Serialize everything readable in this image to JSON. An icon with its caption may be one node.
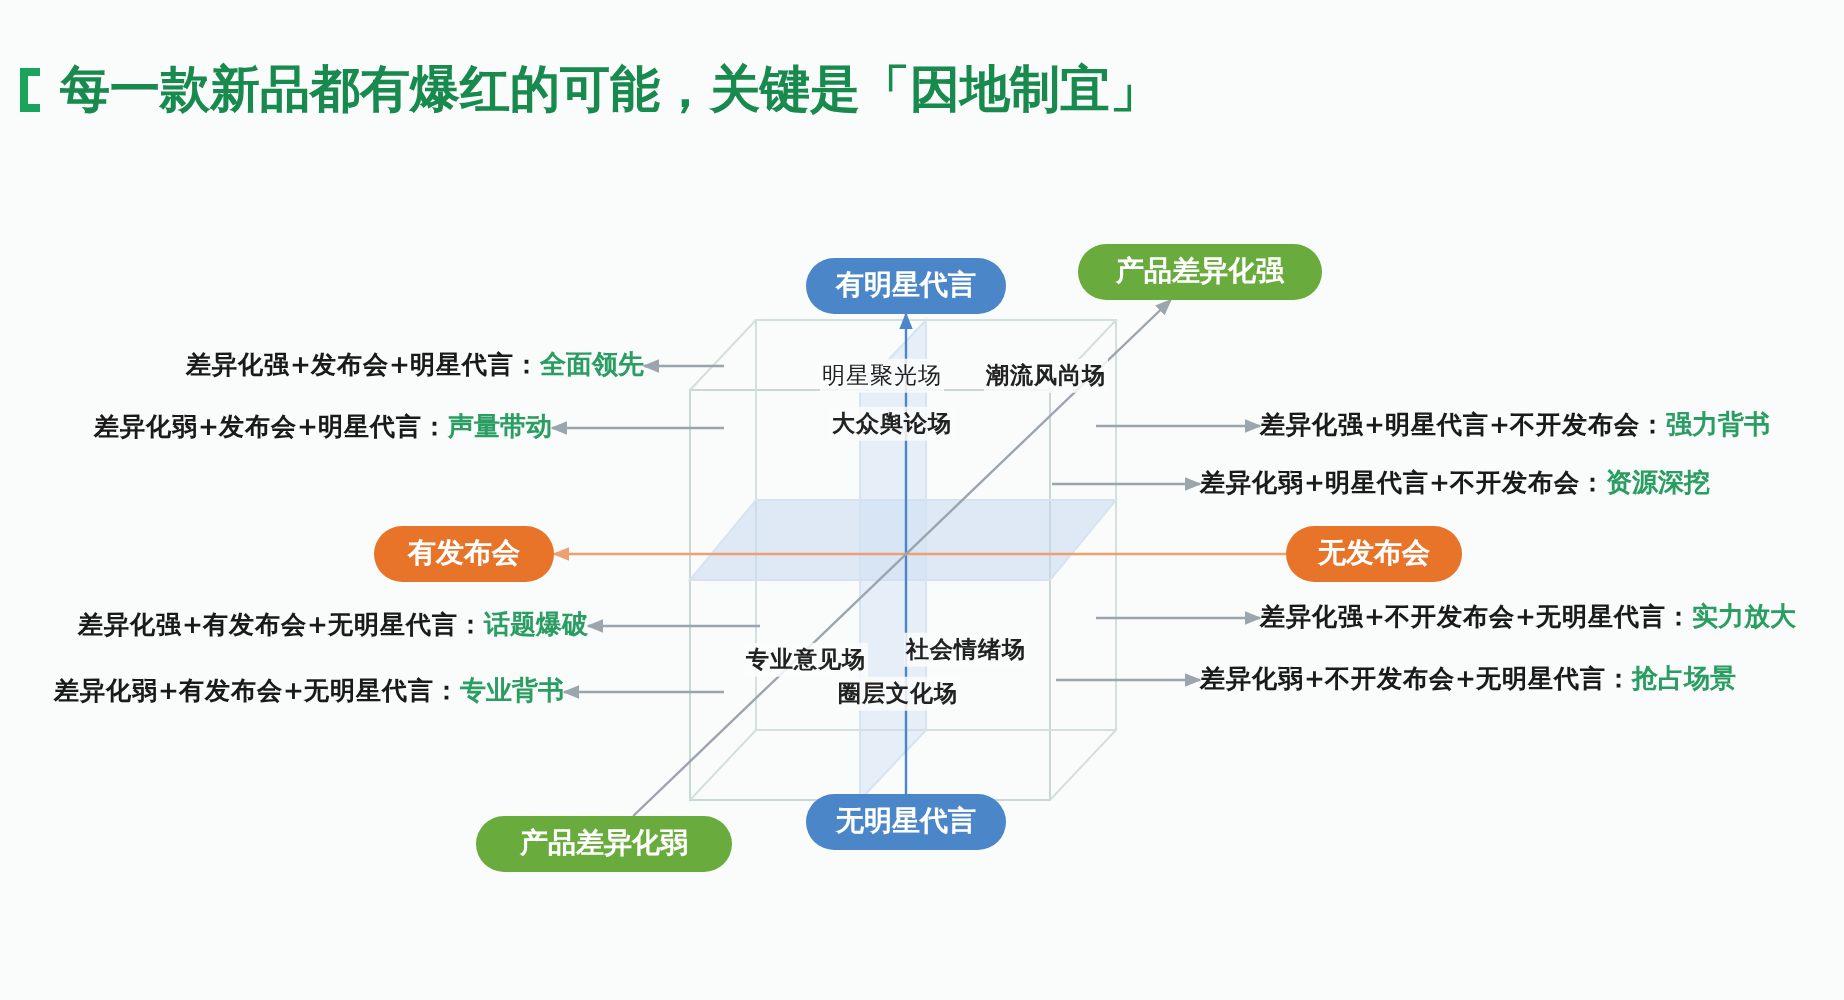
{
  "diagram": {
    "title": "每一款新品都有爆红的可能，关键是「因地制宜」",
    "nodes": [
      {
        "text": [
          "有明星代言"
        ]
      },
      {
        "text": [
          "产品差异化强"
        ]
      },
      {
        "text": [
          "有发布会"
        ]
      },
      {
        "text": [
          "无发布会"
        ]
      },
      {
        "text": [
          "产品差异化弱"
        ]
      },
      {
        "text": [
          "无明星代言"
        ]
      },
      {
        "text": [
          "差异化强+发布会+明星代言：",
          "全面领先"
        ]
      },
      {
        "text": [
          "差异化弱+发布会+明星代言：",
          "声量带动"
        ]
      },
      {
        "text": [
          "差异化强+明星代言+不开发布会：",
          "强力背书"
        ]
      },
      {
        "text": [
          "差异化弱+明星代言+不开发布会：",
          "资源深挖"
        ]
      },
      {
        "text": [
          "差异化强+有发布会+无明星代言：",
          "话题爆破"
        ]
      },
      {
        "text": [
          "差异化弱+有发布会+无明星代言：",
          "专业背书"
        ]
      },
      {
        "text": [
          "差异化强+不开发布会+无明星代言：",
          "实力放大"
        ]
      },
      {
        "text": [
          "差异化弱+不开发布会+无明星代言：",
          "抢占场景"
        ]
      }
    ],
    "edges": [
      {
        "from": 5,
        "to": 0,
        "arrow": "to",
        "color": "#4a86c8"
      },
      {
        "from": 3,
        "to": 2,
        "arrow": "to",
        "color": "#f0a070"
      },
      {
        "from": 4,
        "to": 1,
        "arrow": "to"
      },
      {
        "from": null,
        "to": 6,
        "arrow": "to"
      },
      {
        "from": null,
        "to": 7,
        "arrow": "to"
      },
      {
        "from": null,
        "to": 8,
        "arrow": "to"
      },
      {
        "from": null,
        "to": 9,
        "arrow": "to"
      },
      {
        "from": null,
        "to": 10,
        "arrow": "to"
      },
      {
        "from": null,
        "to": 11,
        "arrow": "to"
      },
      {
        "from": null,
        "to": 12,
        "arrow": "to"
      },
      {
        "from": null,
        "to": 13,
        "arrow": "to"
      }
    ],
    "labels": [
      "明星聚光场",
      "潮流风尚场",
      "大众舆论场",
      "专业意见场",
      "社会情绪场",
      "圈层文化场"
    ]
  }
}
